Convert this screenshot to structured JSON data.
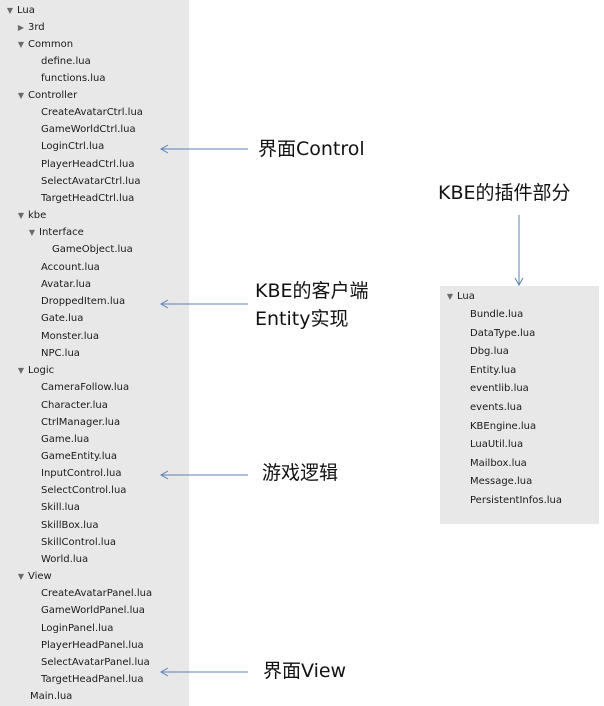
{
  "tree": {
    "root": "Lua",
    "n3rd": "3rd",
    "common": "Common",
    "define": "define.lua",
    "functions": "functions.lua",
    "controller": "Controller",
    "createAvatarCtrl": "CreateAvatarCtrl.lua",
    "gameWorldCtrl": "GameWorldCtrl.lua",
    "loginCtrl": "LoginCtrl.lua",
    "playerHeadCtrl": "PlayerHeadCtrl.lua",
    "selectAvatarCtrl": "SelectAvatarCtrl.lua",
    "targetHeadCtrl": "TargetHeadCtrl.lua",
    "kbe": "kbe",
    "interface": "Interface",
    "gameObject": "GameObject.lua",
    "account": "Account.lua",
    "avatar": "Avatar.lua",
    "droppedItem": "DroppedItem.lua",
    "gate": "Gate.lua",
    "monster": "Monster.lua",
    "npc": "NPC.lua",
    "logic": "Logic",
    "cameraFollow": "CameraFollow.lua",
    "character": "Character.lua",
    "ctrlManager": "CtrlManager.lua",
    "game": "Game.lua",
    "gameEntity": "GameEntity.lua",
    "inputControl": "InputControl.lua",
    "selectControl": "SelectControl.lua",
    "skill": "Skill.lua",
    "skillBox": "SkillBox.lua",
    "skillControl": "SkillControl.lua",
    "world": "World.lua",
    "view": "View",
    "createAvatarPanel": "CreateAvatarPanel.lua",
    "gameWorldPanel": "GameWorldPanel.lua",
    "loginPanel": "LoginPanel.lua",
    "playerHeadPanel": "PlayerHeadPanel.lua",
    "selectAvatarPanel": "SelectAvatarPanel.lua",
    "targetHeadPanel": "TargetHeadPanel.lua",
    "main": "Main.lua"
  },
  "annotations": {
    "control": "界面Control",
    "entity_line1": "KBE的客户端",
    "entity_line2": "Entity实现",
    "logic": "游戏逻辑",
    "view": "界面View",
    "plugin": "KBE的插件部分"
  },
  "kbeTree": {
    "root": "Lua",
    "bundle": "Bundle.lua",
    "dataType": "DataType.lua",
    "dbg": "Dbg.lua",
    "entity": "Entity.lua",
    "eventlib": "eventlib.lua",
    "events": "events.lua",
    "kbengine": "KBEngine.lua",
    "luaUtil": "LuaUtil.lua",
    "mailbox": "Mailbox.lua",
    "message": "Message.lua",
    "persistentInfos": "PersistentInfos.lua"
  },
  "colors": {
    "panel": "#e8e8e8",
    "arrow": "#5b7fb5",
    "text": "#1a1a1a"
  }
}
